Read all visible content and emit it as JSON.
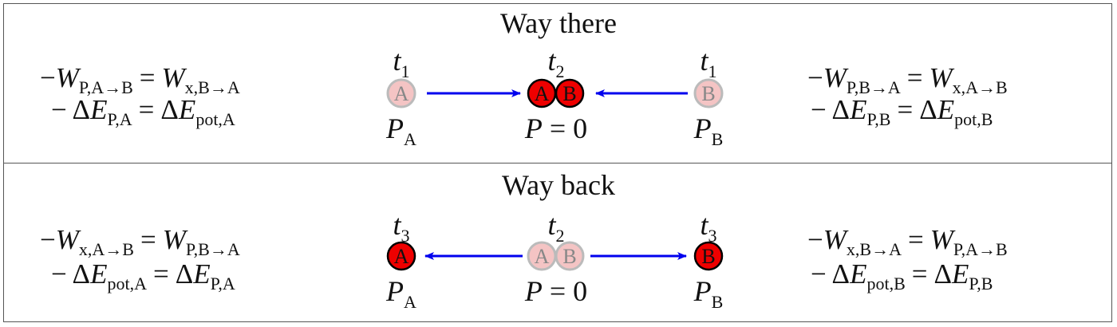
{
  "colors": {
    "particle_active": "#ee0000",
    "particle_faded": "#f4c4c4",
    "arrow": "#0000ee",
    "faded_outline": "#bbbbbb"
  },
  "panels": [
    {
      "title": "Way there",
      "left_equations": [
        {
          "p1": "−",
          "v1": "W",
          "s1": "P,A→B",
          "p2": "",
          "v2": "W",
          "s2": "x,B→A"
        },
        {
          "p1": "− Δ",
          "v1": "E",
          "s1": "P,A",
          "p2": "Δ",
          "v2": "E",
          "s2": "pot,A"
        }
      ],
      "right_equations": [
        {
          "p1": "−",
          "v1": "W",
          "s1": "P,B→A",
          "p2": "",
          "v2": "W",
          "s2": "x,A→B"
        },
        {
          "p1": "− Δ",
          "v1": "E",
          "s1": "P,B",
          "p2": "Δ",
          "v2": "E",
          "s2": "pot,B"
        }
      ],
      "left": {
        "time": "t",
        "time_sub": "1",
        "particle": "A",
        "state": "faded",
        "momentum": "P",
        "momentum_sub": "A"
      },
      "center": {
        "time": "t",
        "time_sub": "2",
        "particles": [
          "A",
          "B"
        ],
        "state": "active",
        "momentum": "P",
        "momentum_value": "= 0"
      },
      "right": {
        "time": "t",
        "time_sub": "1",
        "particle": "B",
        "state": "faded",
        "momentum": "P",
        "momentum_sub": "B"
      },
      "arrows": "inward"
    },
    {
      "title": "Way back",
      "left_equations": [
        {
          "p1": "−",
          "v1": "W",
          "s1": "x,A→B",
          "p2": "",
          "v2": "W",
          "s2": "P,B→A"
        },
        {
          "p1": "− Δ",
          "v1": "E",
          "s1": "pot,A",
          "p2": "Δ",
          "v2": "E",
          "s2": "P,A"
        }
      ],
      "right_equations": [
        {
          "p1": "−",
          "v1": "W",
          "s1": "x,B→A",
          "p2": "",
          "v2": "W",
          "s2": "P,A→B"
        },
        {
          "p1": "− Δ",
          "v1": "E",
          "s1": "pot,B",
          "p2": "Δ",
          "v2": "E",
          "s2": "P,B"
        }
      ],
      "left": {
        "time": "t",
        "time_sub": "3",
        "particle": "A",
        "state": "active",
        "momentum": "P",
        "momentum_sub": "A"
      },
      "center": {
        "time": "t",
        "time_sub": "2",
        "particles": [
          "A",
          "B"
        ],
        "state": "faded",
        "momentum": "P",
        "momentum_value": "= 0"
      },
      "right": {
        "time": "t",
        "time_sub": "3",
        "particle": "B",
        "state": "active",
        "momentum": "P",
        "momentum_sub": "B"
      },
      "arrows": "outward"
    }
  ]
}
